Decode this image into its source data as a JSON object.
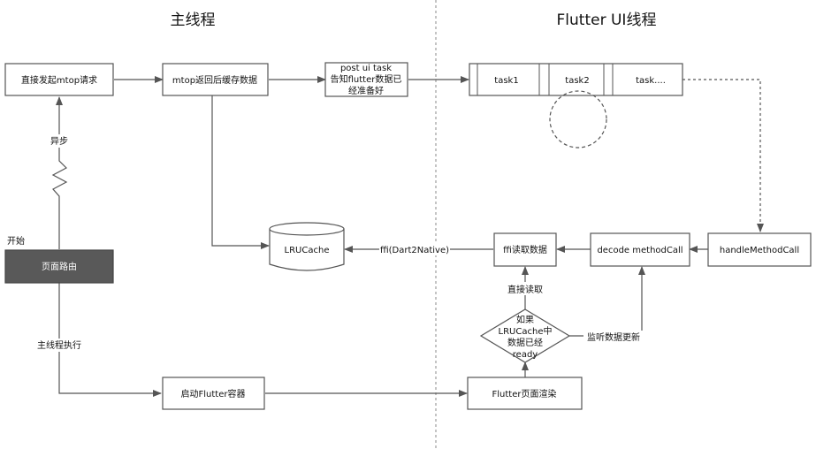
{
  "titles": {
    "main_thread": "主线程",
    "flutter_ui_thread": "Flutter UI线程"
  },
  "nodes": {
    "direct_mtop": "直接发起mtop请求",
    "mtop_return": "mtop返回后缓存数据",
    "post_task_line1": "post ui task",
    "post_task_line2": "告知flutter数据已",
    "post_task_line3": "经准备好",
    "task1": "task1",
    "task2": "task2",
    "task3": "task....",
    "page_route": "页面路由",
    "lru_cache": "LRUCache",
    "ffi_read": "ffi读取数据",
    "decode_method": "decode methodCall",
    "handle_method": "handleMethodCall",
    "condition_line1": "如果",
    "condition_line2": "LRUCache中",
    "condition_line3": "数据已经",
    "condition_line4": "ready",
    "start_container": "启动Flutter容器",
    "flutter_render": "Flutter页面渲染"
  },
  "labels": {
    "async": "异步",
    "start": "开始",
    "main_exec": "主线程执行",
    "ffi_dart2native": "ffi(Dart2Native)",
    "direct_read": "直接读取",
    "listen_update": "监听数据更新"
  }
}
